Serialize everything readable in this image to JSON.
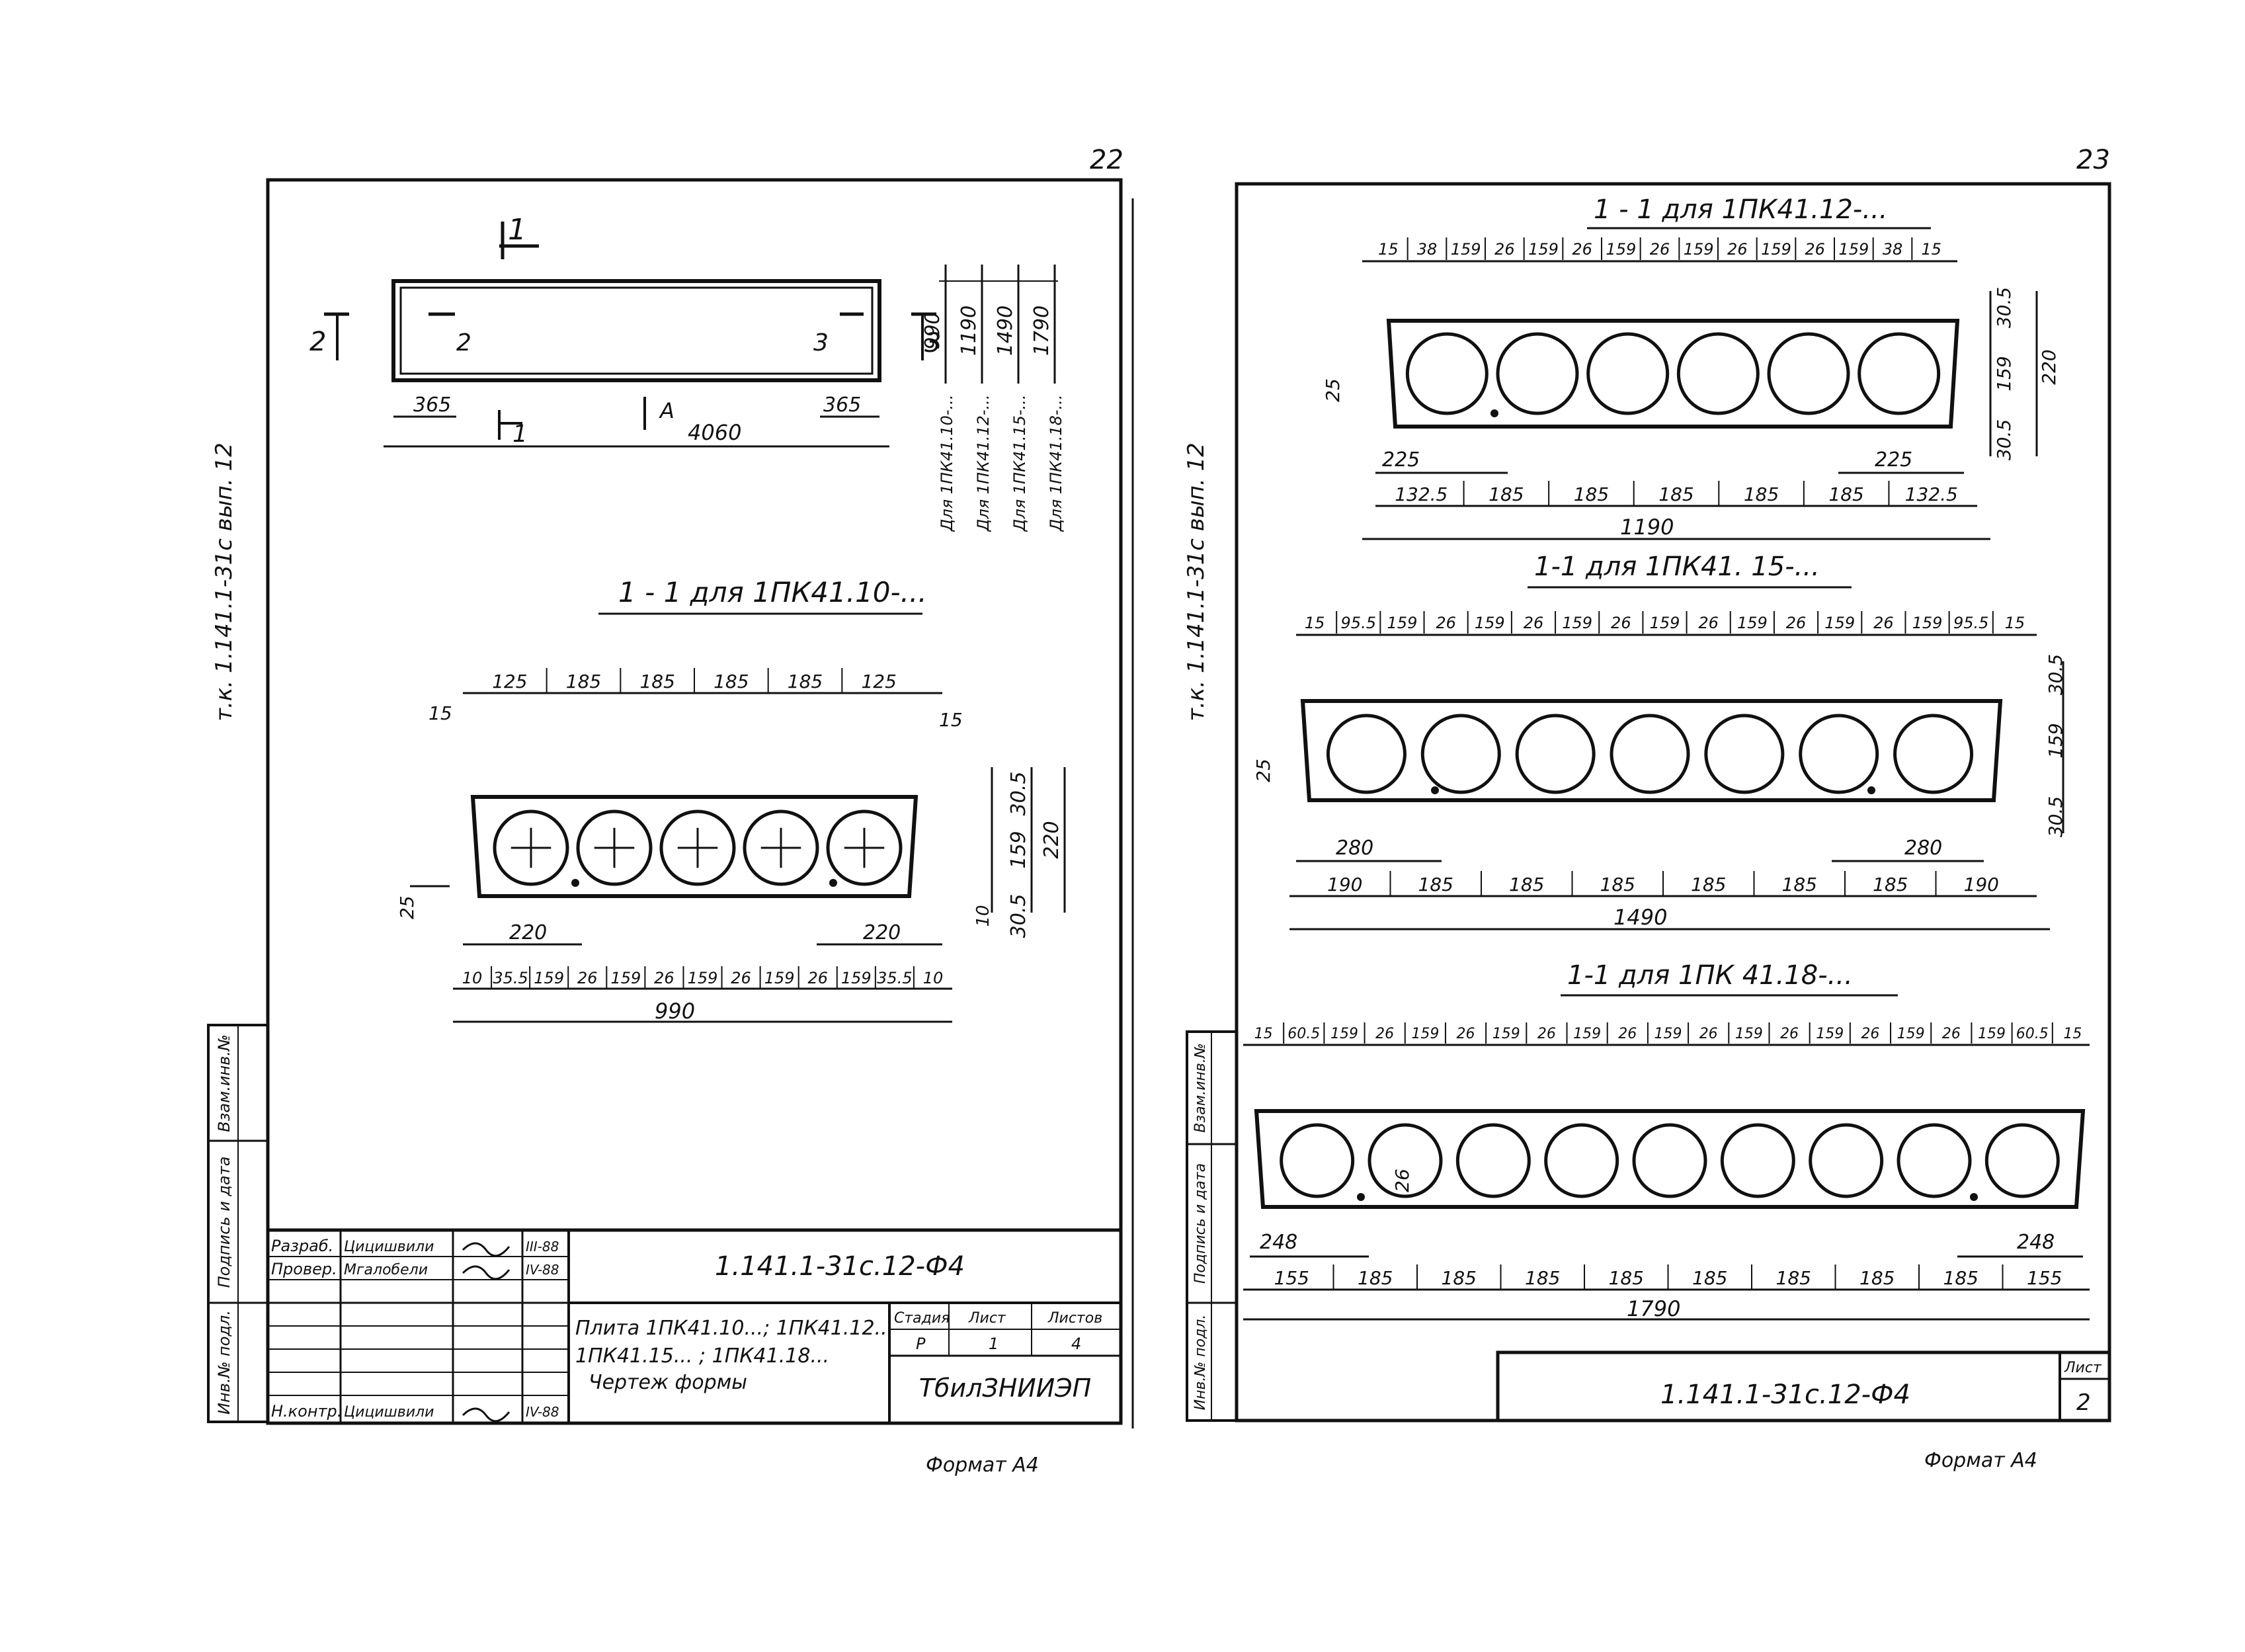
{
  "left_sheet": {
    "page_number": "22",
    "side_label": "т.к. 1.141.1-31с вып. 12",
    "plan": {
      "section_mark": "1",
      "mark_2": "2",
      "mark_3": "3",
      "mark_a": "А",
      "dim_365_left": "365",
      "dim_365_right": "365",
      "dim_length": "4060",
      "widths": [
        "990",
        "1190",
        "1490",
        "1790"
      ],
      "width_labels": [
        "Для 1ПК41.10-...",
        "Для 1ПК41.12-...",
        "Для 1ПК41.15-...",
        "Для 1ПК41.18-..."
      ]
    },
    "section": {
      "title": "1 - 1  для 1ПК41.10-...",
      "top_dims": [
        "125",
        "185",
        "185",
        "185",
        "185",
        "125"
      ],
      "edge_15": "15",
      "bottom_dims": [
        "10",
        "35.5",
        "159",
        "26",
        "159",
        "26",
        "159",
        "26",
        "159",
        "26",
        "159",
        "35.5",
        "10"
      ],
      "dim_220_left": "220",
      "dim_220_right": "220",
      "dim_total": "990",
      "dim_25": "25",
      "right_dims": [
        "30.5",
        "159",
        "30.5",
        "220",
        "10"
      ]
    },
    "title_block": {
      "roles": [
        "Разраб.",
        "Провер.",
        "Н.контр."
      ],
      "names": [
        "Цицишвили",
        "Мгалобели",
        "Цицишвили"
      ],
      "dates": [
        "III-88",
        "IV-88",
        "IV-88"
      ],
      "doc_code": "1.141.1-31с.12-Ф4",
      "desc_line1": "Плита 1ПК41.10...; 1ПК41.12...",
      "desc_line2": "1ПК41.15... ; 1ПК41.18...",
      "desc_line3": "Чертеж формы",
      "stage_hdr": "Стадия",
      "sheet_hdr": "Лист",
      "sheets_hdr": "Листов",
      "stage": "Р",
      "sheet": "1",
      "sheets": "4",
      "org": "ТбилЗНИИЭП",
      "side_stamps": [
        "Взам.инв.№",
        "Подпись и дата",
        "Инв.№ подл."
      ]
    },
    "format": "Формат А4"
  },
  "right_sheet": {
    "page_number": "23",
    "side_label": "т.к. 1.141.1-31с вып. 12",
    "sec12": {
      "title": "1 - 1  для 1ПК41.12-...",
      "top_dims": [
        "15",
        "38",
        "159",
        "26",
        "159",
        "26",
        "159",
        "26",
        "159",
        "26",
        "159",
        "26",
        "159",
        "38",
        "15"
      ],
      "right_dims": [
        "30.5",
        "159",
        "220",
        "30.5"
      ],
      "dim_25": "25",
      "dim_225_left": "225",
      "dim_225_right": "225",
      "bottom_dims": [
        "132.5",
        "185",
        "185",
        "185",
        "185",
        "185",
        "132.5"
      ],
      "dim_total": "1190"
    },
    "sec15": {
      "title": "1-1  для 1ПК41. 15-...",
      "top_dims": [
        "15",
        "95.5",
        "159",
        "26",
        "159",
        "26",
        "159",
        "26",
        "159",
        "26",
        "159",
        "26",
        "159",
        "26",
        "159",
        "95.5",
        "15"
      ],
      "right_dims": [
        "30.5",
        "159",
        "30.5"
      ],
      "dim_25": "25",
      "dim_280_left": "280",
      "dim_280_right": "280",
      "bottom_dims": [
        "190",
        "185",
        "185",
        "185",
        "185",
        "185",
        "185",
        "190"
      ],
      "dim_total": "1490"
    },
    "sec18": {
      "title": "1-1  для 1ПК 41.18-...",
      "top_dims": [
        "15",
        "60.5",
        "159",
        "26",
        "159",
        "26",
        "159",
        "26",
        "159",
        "26",
        "159",
        "26",
        "159",
        "26",
        "159",
        "26",
        "159",
        "26",
        "159",
        "60.5",
        "15"
      ],
      "dim_26": "26",
      "dim_248_left": "248",
      "dim_248_right": "248",
      "bottom_dims": [
        "155",
        "185",
        "185",
        "185",
        "185",
        "185",
        "185",
        "185",
        "185",
        "155"
      ],
      "dim_total": "1790"
    },
    "title_block": {
      "doc_code": "1.141.1-31с.12-Ф4",
      "sheet_hdr": "Лист",
      "sheet": "2",
      "side_stamps": [
        "Взам.инв.№",
        "Подпись и дата",
        "Инв.№ подл."
      ]
    },
    "format": "Формат А4"
  }
}
